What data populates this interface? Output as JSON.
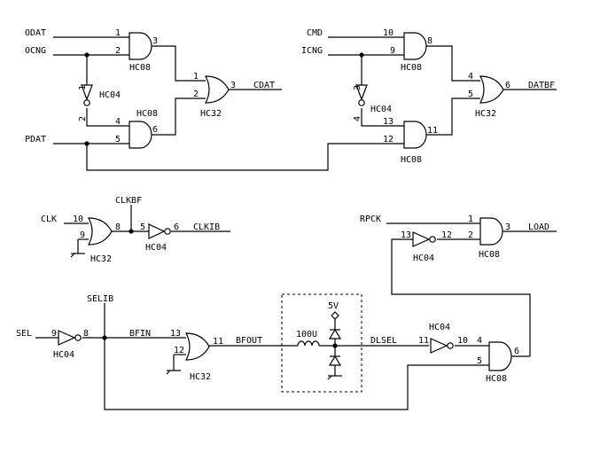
{
  "signals": {
    "odat": "ODAT",
    "ocng": "OCNG",
    "pdat": "PDAT",
    "cdat": "CDAT",
    "cmd": "CMD",
    "icng": "ICNG",
    "datbf": "DATBF",
    "clk": "CLK",
    "clkbf": "CLKBF",
    "clkib": "CLKIB",
    "rpck": "RPCK",
    "load": "LOAD",
    "sel": "SEL",
    "selib": "SELIB",
    "bfin": "BFIN",
    "bfout": "BFOUT",
    "dlsel": "DLSEL",
    "vcc": "5V",
    "inductor": "100U"
  },
  "chips": {
    "and_quad": "HC08",
    "or_quad": "HC32",
    "inverter": "HC04"
  },
  "pins": {
    "u1": [
      "1",
      "2",
      "3"
    ],
    "inv1": [
      "1",
      "2"
    ],
    "u2": [
      "4",
      "5",
      "6"
    ],
    "or1": [
      "1",
      "2",
      "3"
    ],
    "u3": [
      "10",
      "9",
      "8"
    ],
    "inv2": [
      "3",
      "4"
    ],
    "u4": [
      "13",
      "12",
      "11"
    ],
    "or2": [
      "4",
      "5",
      "6"
    ],
    "or3": [
      "10",
      "9",
      "8"
    ],
    "inv3": [
      "5",
      "6"
    ],
    "u5": [
      "1",
      "2",
      "3"
    ],
    "inv4": [
      "13",
      "12"
    ],
    "inv5": [
      "9",
      "8"
    ],
    "or4": [
      "13",
      "12",
      "11"
    ],
    "inv6": [
      "11",
      "10"
    ],
    "u6": [
      "4",
      "5",
      "6"
    ]
  },
  "colors": {
    "ink": "#000000",
    "background": "#ffffff"
  }
}
